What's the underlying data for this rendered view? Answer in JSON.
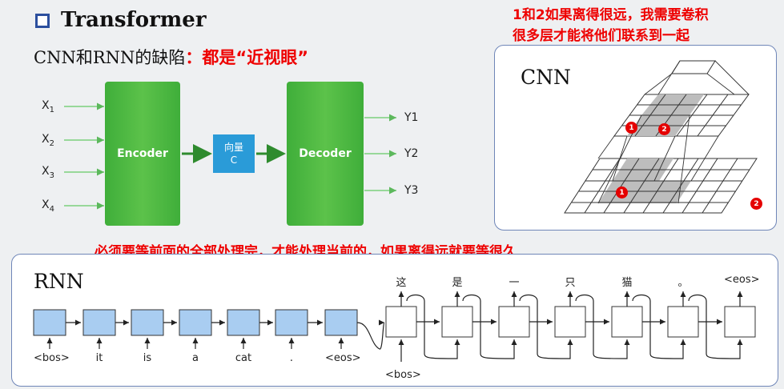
{
  "header": {
    "title": "Transformer",
    "subtitle_black": "CNN和RNN的缺陷",
    "subtitle_red": "：都是“近视眼”"
  },
  "notes": {
    "cnn_line1": "1和2如果离得很远，我需要卷积",
    "cnn_line2": "很多层才能将他们联系到一起",
    "rnn": "必须要等前面的全部处理完，才能处理当前的，如果离得远就要等很久"
  },
  "encdec": {
    "inputs": [
      "X",
      "X",
      "X",
      "X"
    ],
    "input_subs": [
      "1",
      "2",
      "3",
      "4"
    ],
    "encoder": "Encoder",
    "vector_line1": "向量",
    "vector_line2": "C",
    "decoder": "Decoder",
    "outputs": [
      "Y1",
      "Y2",
      "Y3"
    ]
  },
  "cnn": {
    "label": "CNN",
    "badges": [
      "1",
      "2",
      "1",
      "2"
    ]
  },
  "rnn": {
    "label": "RNN",
    "encoder_tokens": [
      "<bos>",
      "it",
      "is",
      "a",
      "cat",
      ".",
      "<eos>"
    ],
    "decoder_outputs": [
      "这",
      "是",
      "一",
      "只",
      "猫",
      "。",
      "<eos>"
    ],
    "decoder_input": "<bos>"
  },
  "colors": {
    "accent_red": "#e00000",
    "green": "#4cb843",
    "blue_vector": "#2a9bd8",
    "rnn_cell": "#a9cdf1"
  }
}
